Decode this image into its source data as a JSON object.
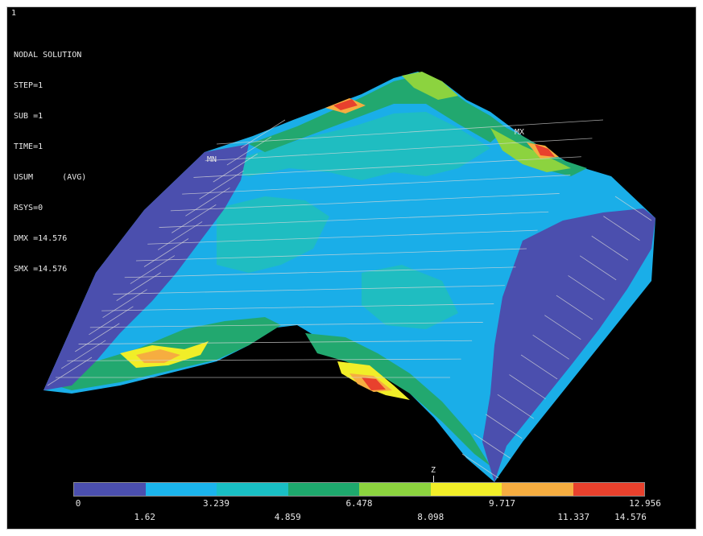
{
  "window_number": "1",
  "header": {
    "title": "NODAL SOLUTION",
    "lines": [
      "STEP=1",
      "SUB =1",
      "TIME=1",
      "USUM      (AVG)",
      "RSYS=0",
      "DMX =14.576",
      "SMX =14.576"
    ]
  },
  "markers": {
    "mx": "MX",
    "mn": "MN"
  },
  "axis_label": "Z",
  "legend": {
    "values_top": [
      "0",
      "3.239",
      "6.478",
      "9.717",
      "12.956"
    ],
    "values_bottom": [
      "1.62",
      "4.859",
      "8.098",
      "11.337",
      "14.576"
    ],
    "colors": [
      "#4b4fae",
      "#1bb4ec",
      "#19bfc4",
      "#1ea86d",
      "#8cd33f",
      "#f1ee28",
      "#f6ad40",
      "#e8412d"
    ]
  }
}
